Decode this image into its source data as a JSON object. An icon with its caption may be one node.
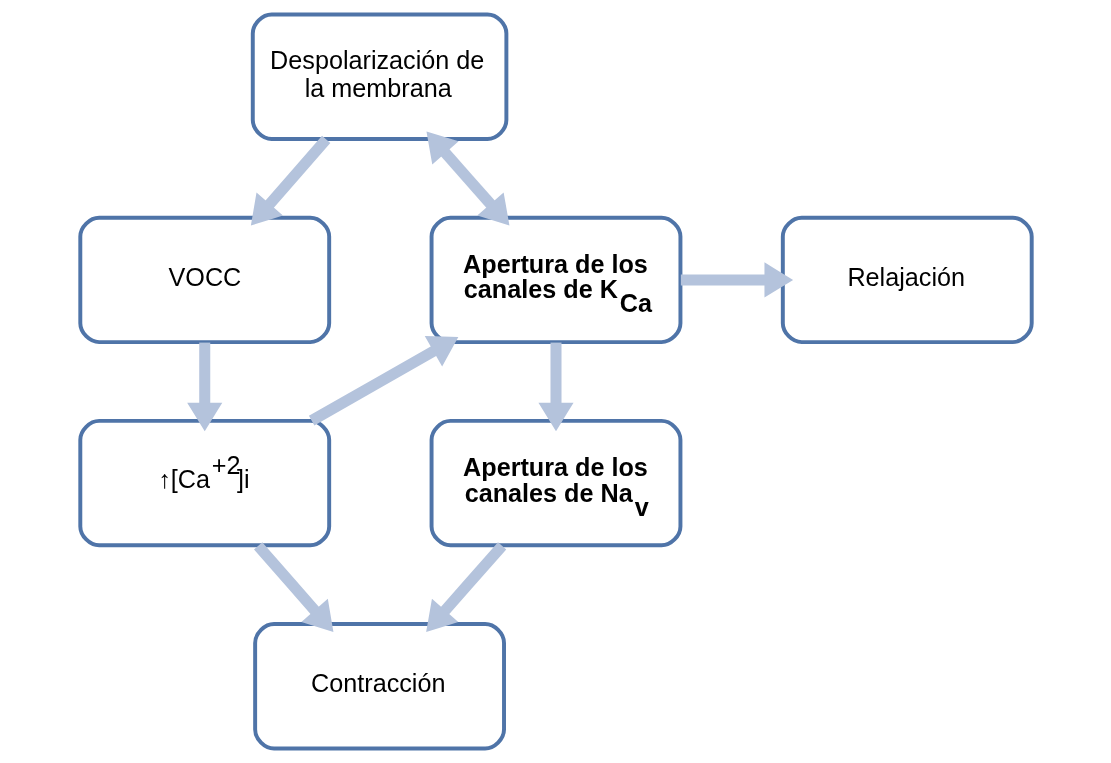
{
  "diagram": {
    "nodes": [
      {
        "text": [
          "Despolarización de la membrana"
        ]
      },
      {
        "text": [
          "VOCC"
        ]
      },
      {
        "text": [
          "Apertura de los canales de K$_{Ca}$"
        ]
      },
      {
        "text": [
          "Relajación"
        ]
      },
      {
        "text": [
          "↑[Ca$^{+2}$]i"
        ]
      },
      {
        "text": [
          "Apertura de los canales de Na$_{v}$"
        ]
      },
      {
        "text": [
          "Contracción"
        ]
      }
    ],
    "edges": [
      {
        "from": 0,
        "to": 1,
        "arrow": "to"
      },
      {
        "from": 0,
        "to": 2,
        "arrow": "both"
      },
      {
        "from": 2,
        "to": 3,
        "arrow": "to"
      },
      {
        "from": 1,
        "to": 4,
        "arrow": "to"
      },
      {
        "from": 2,
        "to": 5,
        "arrow": "to"
      },
      {
        "from": 4,
        "to": 2,
        "arrow": "to"
      },
      {
        "from": 4,
        "to": 6,
        "arrow": "to"
      },
      {
        "from": 5,
        "to": 6,
        "arrow": "to"
      }
    ]
  }
}
